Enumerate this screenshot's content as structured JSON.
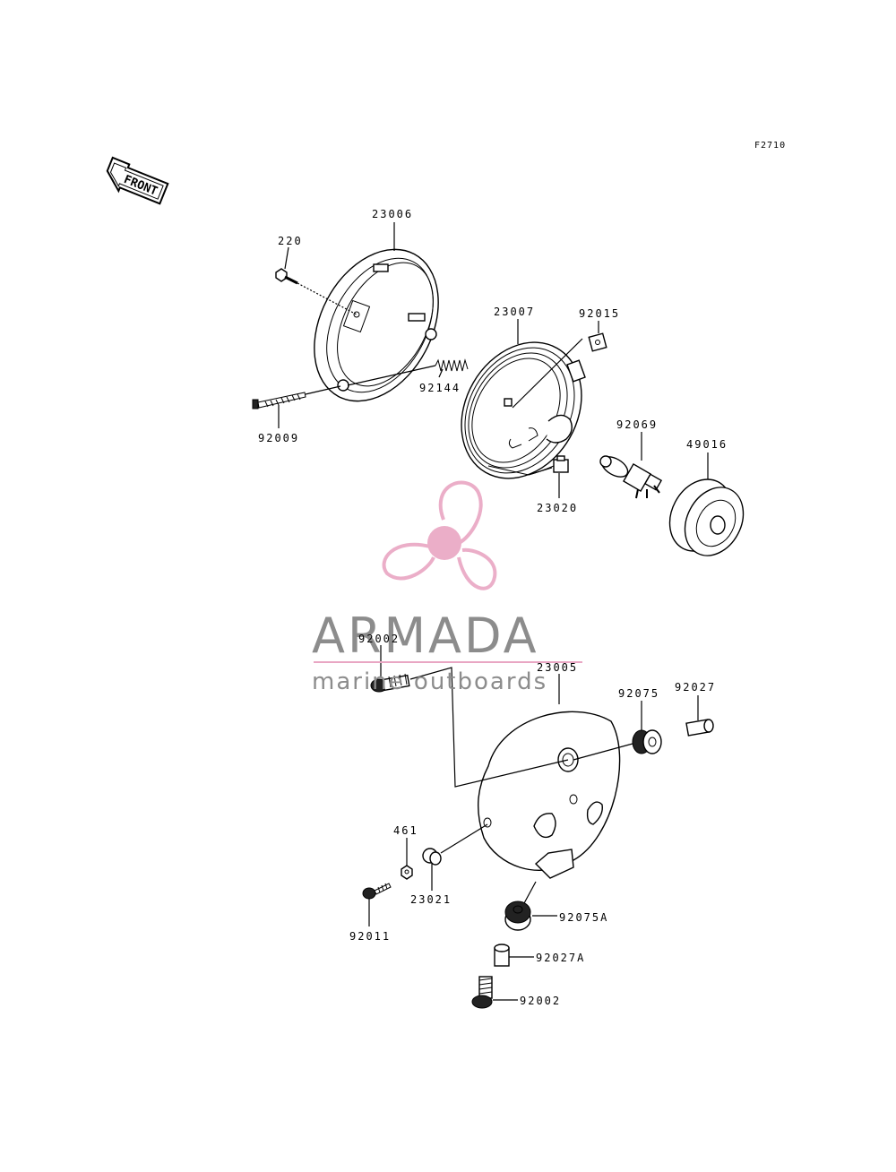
{
  "figure_code": "F2710",
  "front_label": "FRONT",
  "watermark": {
    "title": "ARMADA",
    "subtitle": "marine outboards",
    "accent_color": "#e9a6c3",
    "text_color": "#8c8c8c"
  },
  "callouts": [
    {
      "id": "c-23006",
      "label": "23006"
    },
    {
      "id": "c-220",
      "label": "220"
    },
    {
      "id": "c-92144",
      "label": "92144"
    },
    {
      "id": "c-92009",
      "label": "92009"
    },
    {
      "id": "c-23007",
      "label": "23007"
    },
    {
      "id": "c-92015",
      "label": "92015"
    },
    {
      "id": "c-92069",
      "label": "92069"
    },
    {
      "id": "c-49016",
      "label": "49016"
    },
    {
      "id": "c-23020",
      "label": "23020"
    },
    {
      "id": "c-92002-top",
      "label": "92002"
    },
    {
      "id": "c-23005",
      "label": "23005"
    },
    {
      "id": "c-92075",
      "label": "92075"
    },
    {
      "id": "c-92027",
      "label": "92027"
    },
    {
      "id": "c-461",
      "label": "461"
    },
    {
      "id": "c-23021",
      "label": "23021"
    },
    {
      "id": "c-92011",
      "label": "92011"
    },
    {
      "id": "c-92075A",
      "label": "92075A"
    },
    {
      "id": "c-92027A",
      "label": "92027A"
    },
    {
      "id": "c-92002-bottom",
      "label": "92002"
    }
  ]
}
